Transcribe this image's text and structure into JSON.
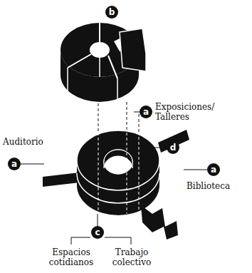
{
  "diagram": {
    "labels": [
      "b",
      "a",
      "Exposiciones/ Talleres",
      "Auditorio",
      "a",
      "d",
      "a",
      "Biblioteca",
      "c",
      "Espacios cotidianos",
      "Trabajo colectivo"
    ]
  }
}
